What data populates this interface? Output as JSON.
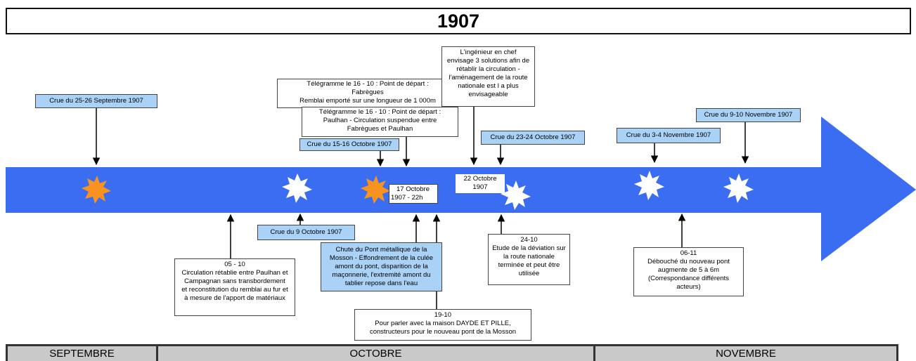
{
  "title": "1907",
  "colors": {
    "arrow": "#3b6df2",
    "label_bg": "#aad2f7",
    "burst_orange": "#f7931e",
    "burst_white": "#ffffff",
    "month_bar": "#c9c9c9"
  },
  "events_above": {
    "crue_sept": "Crue du 25-26 Septembre 1907",
    "telegramme_1_line1": "Télégramme le 16 - 10 : Point de départ :",
    "telegramme_1_line2": "Fabrègues",
    "telegramme_1_line3": "Remblai emporté sur une longueur de 1 000m",
    "telegramme_2_line1": "Télégramme le 16 - 10 : Point de départ :",
    "telegramme_2_line2": "Paulhan - Circulation suspendue entre",
    "telegramme_2_line3": "Fabrègues et Paulhan",
    "crue_15_16": "Crue du 15-16 Octobre 1907",
    "ingenieur_line1": "L'ingénieur en chef",
    "ingenieur_line2": "envisage 3 solutions afin de",
    "ingenieur_line3": "rétablir la circulation -",
    "ingenieur_line4": "l'aménagement de la route",
    "ingenieur_line5": "nationale est l a plus",
    "ingenieur_line6": "envisageable",
    "crue_23_24": "Crue du 23-24 Octobre 1907",
    "crue_3_4_nov": "Crue du 3-4 Novembre 1907",
    "crue_9_10_nov": "Crue du 9-10 Novembre 1907"
  },
  "events_on_arrow": {
    "oct17_line1": "17 Octobre",
    "oct17_line2": "1907 - 22h",
    "oct22_line1": "22 Octobre",
    "oct22_line2": "1907"
  },
  "events_below": {
    "crue_9_oct": "Crue du 9 Octobre 1907",
    "e05_10_date": "05 - 10",
    "e05_10_line1": "Circulation rétablie entre Paulhan et",
    "e05_10_line2": "Campagnan sans transbordement",
    "e05_10_line3": "et reconstitution du remblai au fur et",
    "e05_10_line4": "à mesure de l'apport de matériaux",
    "chute_line1": "Chute du Pont métallique de la",
    "chute_line2": "Mosson - Effondrement de la culée",
    "chute_line3": "amont du pont, disparition de la",
    "chute_line4": "maçonnerie, l'extremité amont du",
    "chute_line5": "tablier repose dans l'eau",
    "e19_10_date": "19-10",
    "e19_10_line1": "Pour parler avec la maison DAYDE ET PILLE,",
    "e19_10_line2": "constructeurs pour le nouveau pont de la Mosson",
    "e24_10_date": "24-10",
    "e24_10_line1": "Etude de la déviation sur",
    "e24_10_line2": "la route nationale",
    "e24_10_line3": "terminée et peut être",
    "e24_10_line4": "utilisée",
    "e06_11_date": "06-11",
    "e06_11_line1": "Débouché du nouveau pont",
    "e06_11_line2": "augmente de 5 à 6m",
    "e06_11_line3": "(Correspondance différents",
    "e06_11_line4": "acteurs)"
  },
  "months": [
    "SEPTEMBRE",
    "OCTOBRE",
    "NOVEMBRE"
  ]
}
